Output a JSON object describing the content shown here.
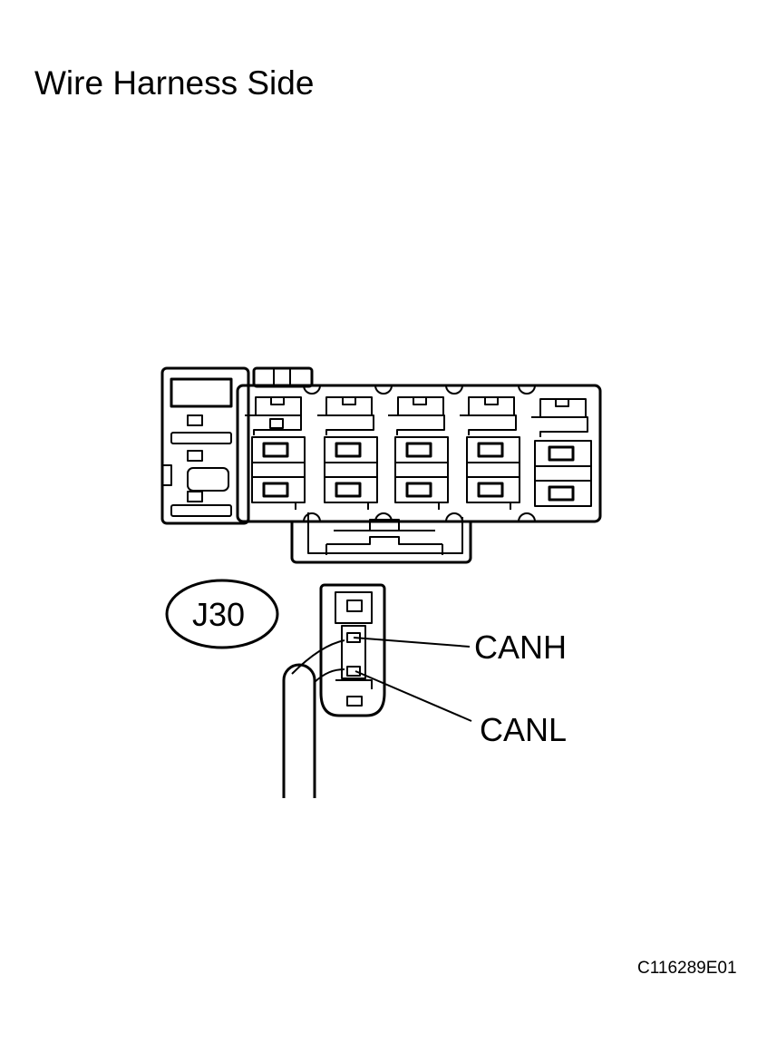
{
  "title": "Wire Harness Side",
  "connector_id": "J30",
  "pins": {
    "canh": "CANH",
    "canl": "CANL"
  },
  "figure_code": "C116289E01"
}
